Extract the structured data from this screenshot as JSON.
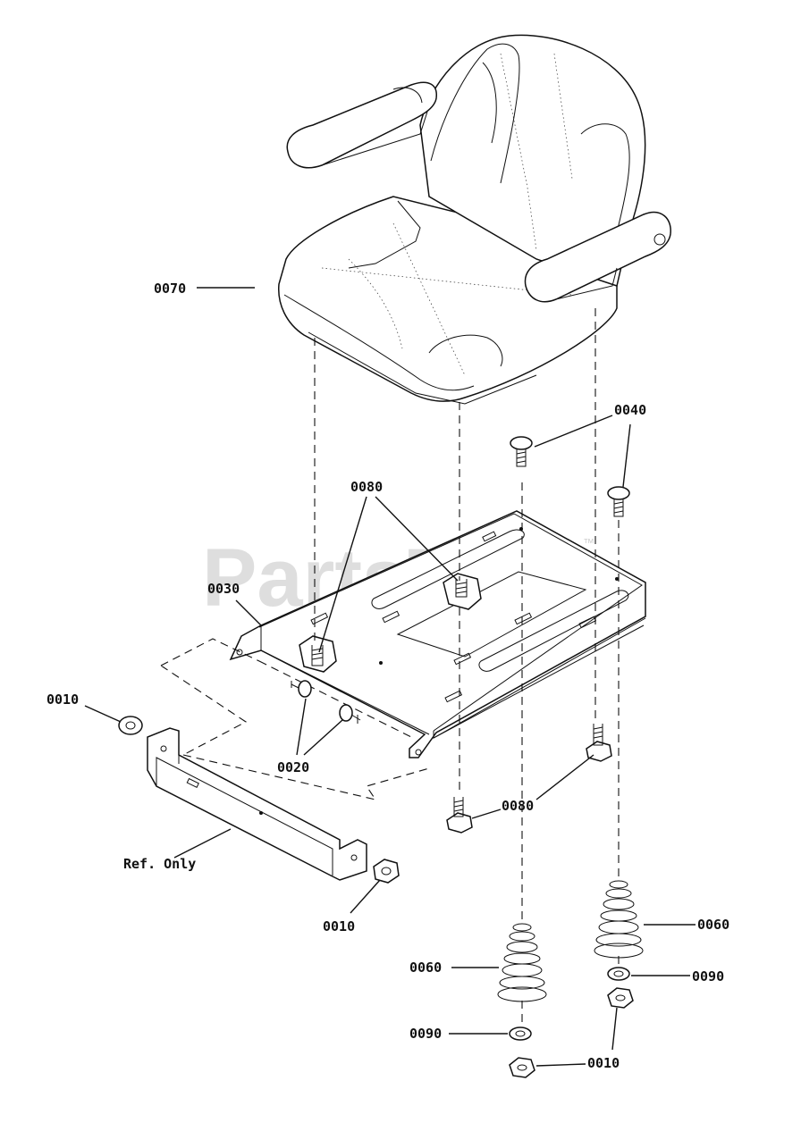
{
  "watermark": {
    "text": "PartsTree",
    "tm": "™"
  },
  "labels": {
    "seat": "0070",
    "carriage_bolt": "0040",
    "screw_top": "0080",
    "seat_plate": "0030",
    "nut_left": "0010",
    "stud_bolt": "0020",
    "ref_only": "Ref. Only",
    "nut_bracket": "0010",
    "screw_bottom": "0080",
    "spring_right": "0060",
    "washer_right": "0090",
    "nut_right": "0010",
    "spring_left": "0060",
    "washer_left": "0090",
    "nut_bottom": "0010"
  }
}
